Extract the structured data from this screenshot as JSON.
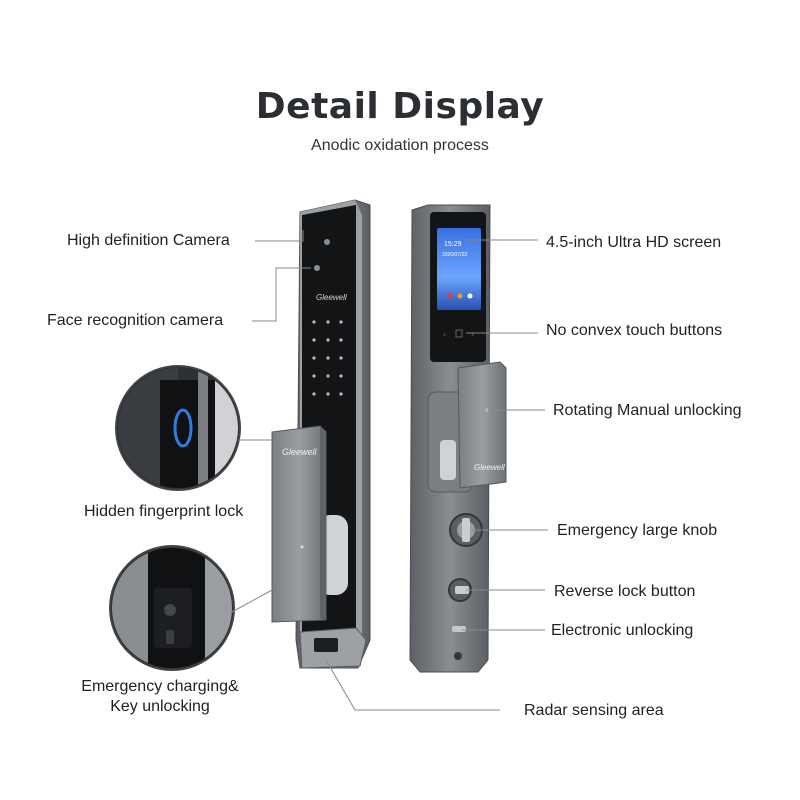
{
  "header": {
    "title": "Detail Display",
    "subtitle": "Anodic oxidation process"
  },
  "left_labels": {
    "hd_camera": "High definition Camera",
    "face_camera": "Face recognition camera",
    "fingerprint": "Hidden fingerprint lock",
    "charging_line1": "Emergency charging&",
    "charging_line2": "Key unlocking"
  },
  "right_labels": {
    "screen": "4.5-inch Ultra HD screen",
    "touch_buttons": "No convex touch buttons",
    "manual": "Rotating Manual unlocking",
    "knob": "Emergency large knob",
    "reverse": "Reverse lock button",
    "electronic": "Electronic unlocking"
  },
  "bottom_labels": {
    "radar": "Radar sensing area"
  },
  "product": {
    "brand": "Gleewell",
    "screen_time": "15:29",
    "screen_date": "2020/07/23"
  },
  "colors": {
    "body_gray": "#6f7378",
    "panel_black": "#121416",
    "fingerprint_blue": "#2f7de0",
    "screen_blue": "#2f6fd6"
  }
}
